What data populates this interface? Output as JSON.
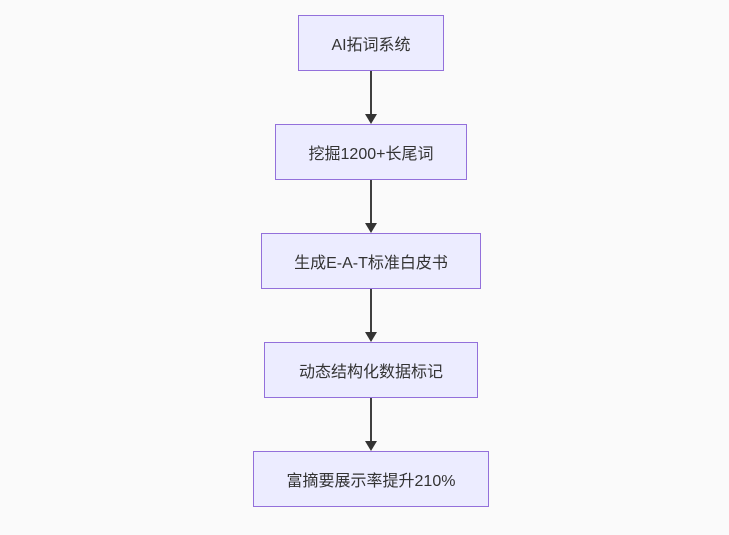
{
  "diagram": {
    "type": "flowchart",
    "direction": "top-down",
    "background_color": "#fafafa",
    "node_fill_color": "#ececff",
    "node_border_color": "#9370db",
    "text_color": "#333333",
    "arrow_color": "#333333",
    "nodes": [
      {
        "label": "AI拓词系统"
      },
      {
        "label": "挖掘1200+长尾词"
      },
      {
        "label": "生成E-A-T标准白皮书"
      },
      {
        "label": "动态结构化数据标记"
      },
      {
        "label": "富摘要展示率提升210%"
      }
    ]
  }
}
